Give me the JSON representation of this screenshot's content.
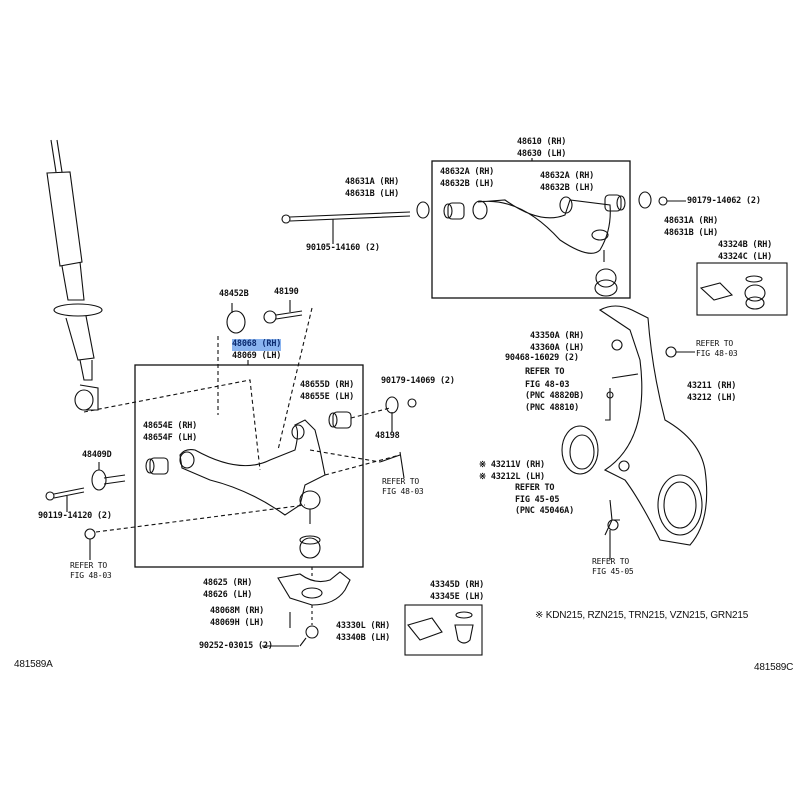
{
  "highlight_color": "#8ab4f0",
  "labels": {
    "upper_arm": [
      "48610 (RH)",
      "48630 (LH)"
    ],
    "bolt_upper_washer": [
      "48631A (RH)",
      "48631B (LH)"
    ],
    "bolt_upper": "90105-14160 (2)",
    "bushing_upper_left": [
      "48632A (RH)",
      "48632B (LH)"
    ],
    "bushing_upper_right": [
      "48632A (RH)",
      "48632B (LH)"
    ],
    "nut_upper": "90179-14062 (2)",
    "washer_upper_right": [
      "48631A (RH)",
      "48631B (LH)"
    ],
    "boot_kit_upper": [
      "43324B (RH)",
      "43324C (LH)"
    ],
    "cam_plate": "48452B",
    "cam_bolt": "48190",
    "lower_arm": [
      "48068 (RH)",
      "48069 (LH)"
    ],
    "bushing_lower_rear": [
      "48655D (RH)",
      "48655E (LH)"
    ],
    "nut_lower": "90179-14069 (2)",
    "washer_lower": "48198",
    "bushing_lower_front": [
      "48654E (RH)",
      "48654F (LH)"
    ],
    "cam_lower": "48409D",
    "bolt_lower": "90119-14120 (2)",
    "refer_48_03_a": [
      "REFER TO",
      "FIG 48-03"
    ],
    "refer_48_03_b": [
      "REFER TO",
      "FIG 48-03"
    ],
    "stab_nut": [
      "43350A (RH)",
      "43360A (LH)"
    ],
    "cotter_pin": "90468-16029 (2)",
    "refer_48_03_c": [
      "REFER TO",
      "FIG 48-03"
    ],
    "pnc_stab": [
      "(PNC 48820B)",
      "(PNC 48810)"
    ],
    "refer_48_03_d": [
      "REFER TO",
      "FIG 48-03"
    ],
    "knuckle": [
      "43211 (RH)",
      "43212 (LH)"
    ],
    "dust_seal": [
      "※ 43211V (RH)",
      "※ 43212L (LH)"
    ],
    "refer_45_05_a": [
      "REFER TO",
      "FIG 45-05",
      "(PNC 45046A)"
    ],
    "refer_45_05_b": [
      "REFER TO",
      "FIG 45-05"
    ],
    "ball_joint_lower": [
      "48625 (RH)",
      "48626 (LH)"
    ],
    "ball_joint_bolt": [
      "48068M (RH)",
      "48069H (LH)"
    ],
    "castle_nut": [
      "43330L (RH)",
      "43340B (LH)"
    ],
    "cotter_pin_lower": "90252-03015 (2)",
    "boot_kit_lower": [
      "43345D (RH)",
      "43345E (LH)"
    ],
    "model_note": "※ KDN215, RZN215, TRN215, VZN215, GRN215",
    "fig_id_left": "481589A",
    "fig_id_right": "481589C"
  }
}
